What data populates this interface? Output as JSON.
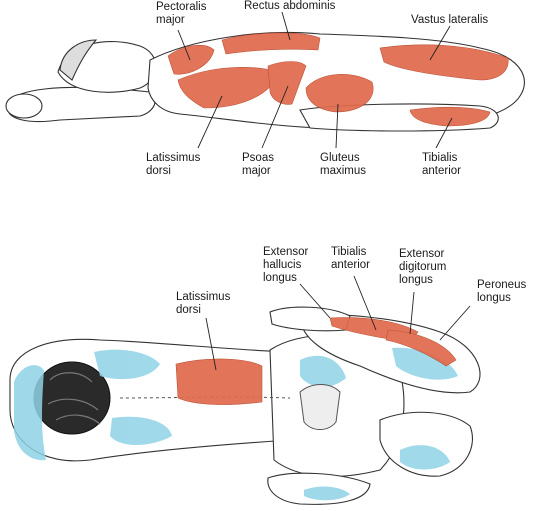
{
  "colors": {
    "muscle": "#e06a4c",
    "muscle_dark": "#c9482c",
    "stretch_blue": "#8fd3e6",
    "line": "#333333",
    "skin": "#ffffff"
  },
  "top_figure": {
    "labels": {
      "pectoralis_major": "Pectoralis\nmajor",
      "rectus_abdominis": "Rectus abdominis",
      "vastus_lateralis": "Vastus lateralis",
      "latissimus_dorsi": "Latissimus\ndorsi",
      "psoas_major": "Psoas\nmajor",
      "gluteus_maximus": "Gluteus\nmaximus",
      "tibialis_anterior": "Tibialis\nanterior"
    }
  },
  "bottom_figure": {
    "labels": {
      "extensor_hallucis_longus": "Extensor\nhallucis\nlongus",
      "tibialis_anterior": "Tibialis\nanterior",
      "extensor_digitorum_longus": "Extensor\ndigitorum\nlongus",
      "peroneus_longus": "Peroneus\nlongus",
      "latissimus_dorsi": "Latissimus\ndorsi"
    }
  }
}
